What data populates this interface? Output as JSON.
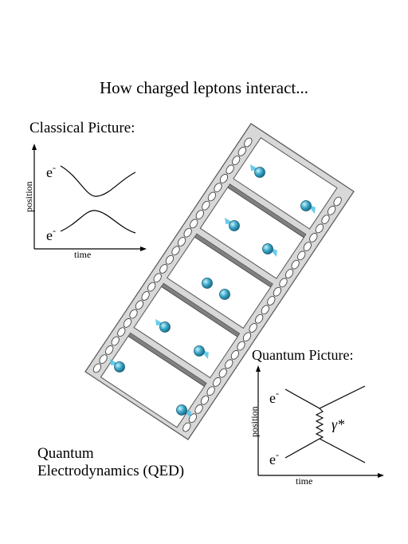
{
  "title": "How charged leptons interact...",
  "classical": {
    "heading": "Classical Picture:",
    "xlabel": "time",
    "ylabel": "position",
    "particle_top": "e",
    "particle_bottom": "e",
    "charge_sup": "-"
  },
  "quantum": {
    "heading": "Quantum Picture:",
    "xlabel": "time",
    "ylabel": "position",
    "particle_top": "e",
    "particle_bottom": "e",
    "charge_sup": "-",
    "photon_label": "γ*"
  },
  "qed": {
    "line1": "Quantum",
    "line2": "Electrodynamics (QED)"
  },
  "colors": {
    "film_frame": "#ffffff",
    "film_strip": "#d8d8d8",
    "divider": "#808080",
    "lepton": "#3aa6c8",
    "trail": "#4ec3e8"
  }
}
